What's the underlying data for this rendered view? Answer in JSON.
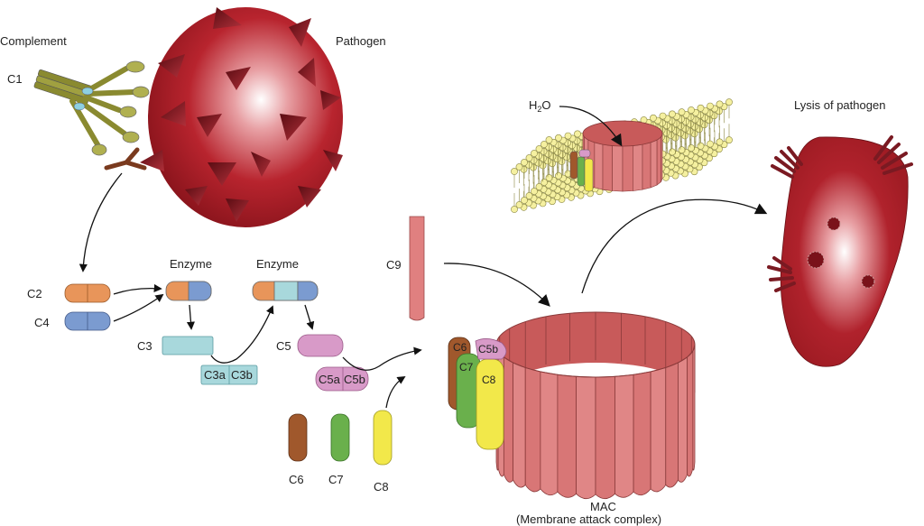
{
  "labels": {
    "complement": "Complement",
    "pathogen": "Pathogen",
    "c1": "C1",
    "c2": "C2",
    "c4": "C4",
    "enzyme1": "Enzyme",
    "enzyme2": "Enzyme",
    "c3": "C3",
    "c3a": "C3a",
    "c3b": "C3b",
    "c5": "C5",
    "c5a": "C5a",
    "c5b": "C5b",
    "c6": "C6",
    "c7": "C7",
    "c8": "C8",
    "c9": "C9",
    "h2o_main": "H",
    "h2o_sub": "2",
    "h2o_end": "O",
    "mac_c6": "C6",
    "mac_c5b": "C5b",
    "mac_c7": "C7",
    "mac_c8": "C8",
    "mac_title": "MAC",
    "mac_subtitle": "(Membrane attack complex)",
    "lysis": "Lysis of pathogen"
  },
  "colors": {
    "pathogen": "#b0222c",
    "pathogen_dark": "#7a121a",
    "c1_olive": "#9a9a3a",
    "c2_orange": "#e8955a",
    "c4_blue": "#7b9bd0",
    "c3_teal": "#a8d8dc",
    "c5_pink": "#d89ac8",
    "c6_brown": "#a0582c",
    "c7_green": "#6ab04c",
    "c8_yellow": "#f2e84a",
    "c9_red": "#e08080",
    "membrane": "#f5f0a0"
  }
}
